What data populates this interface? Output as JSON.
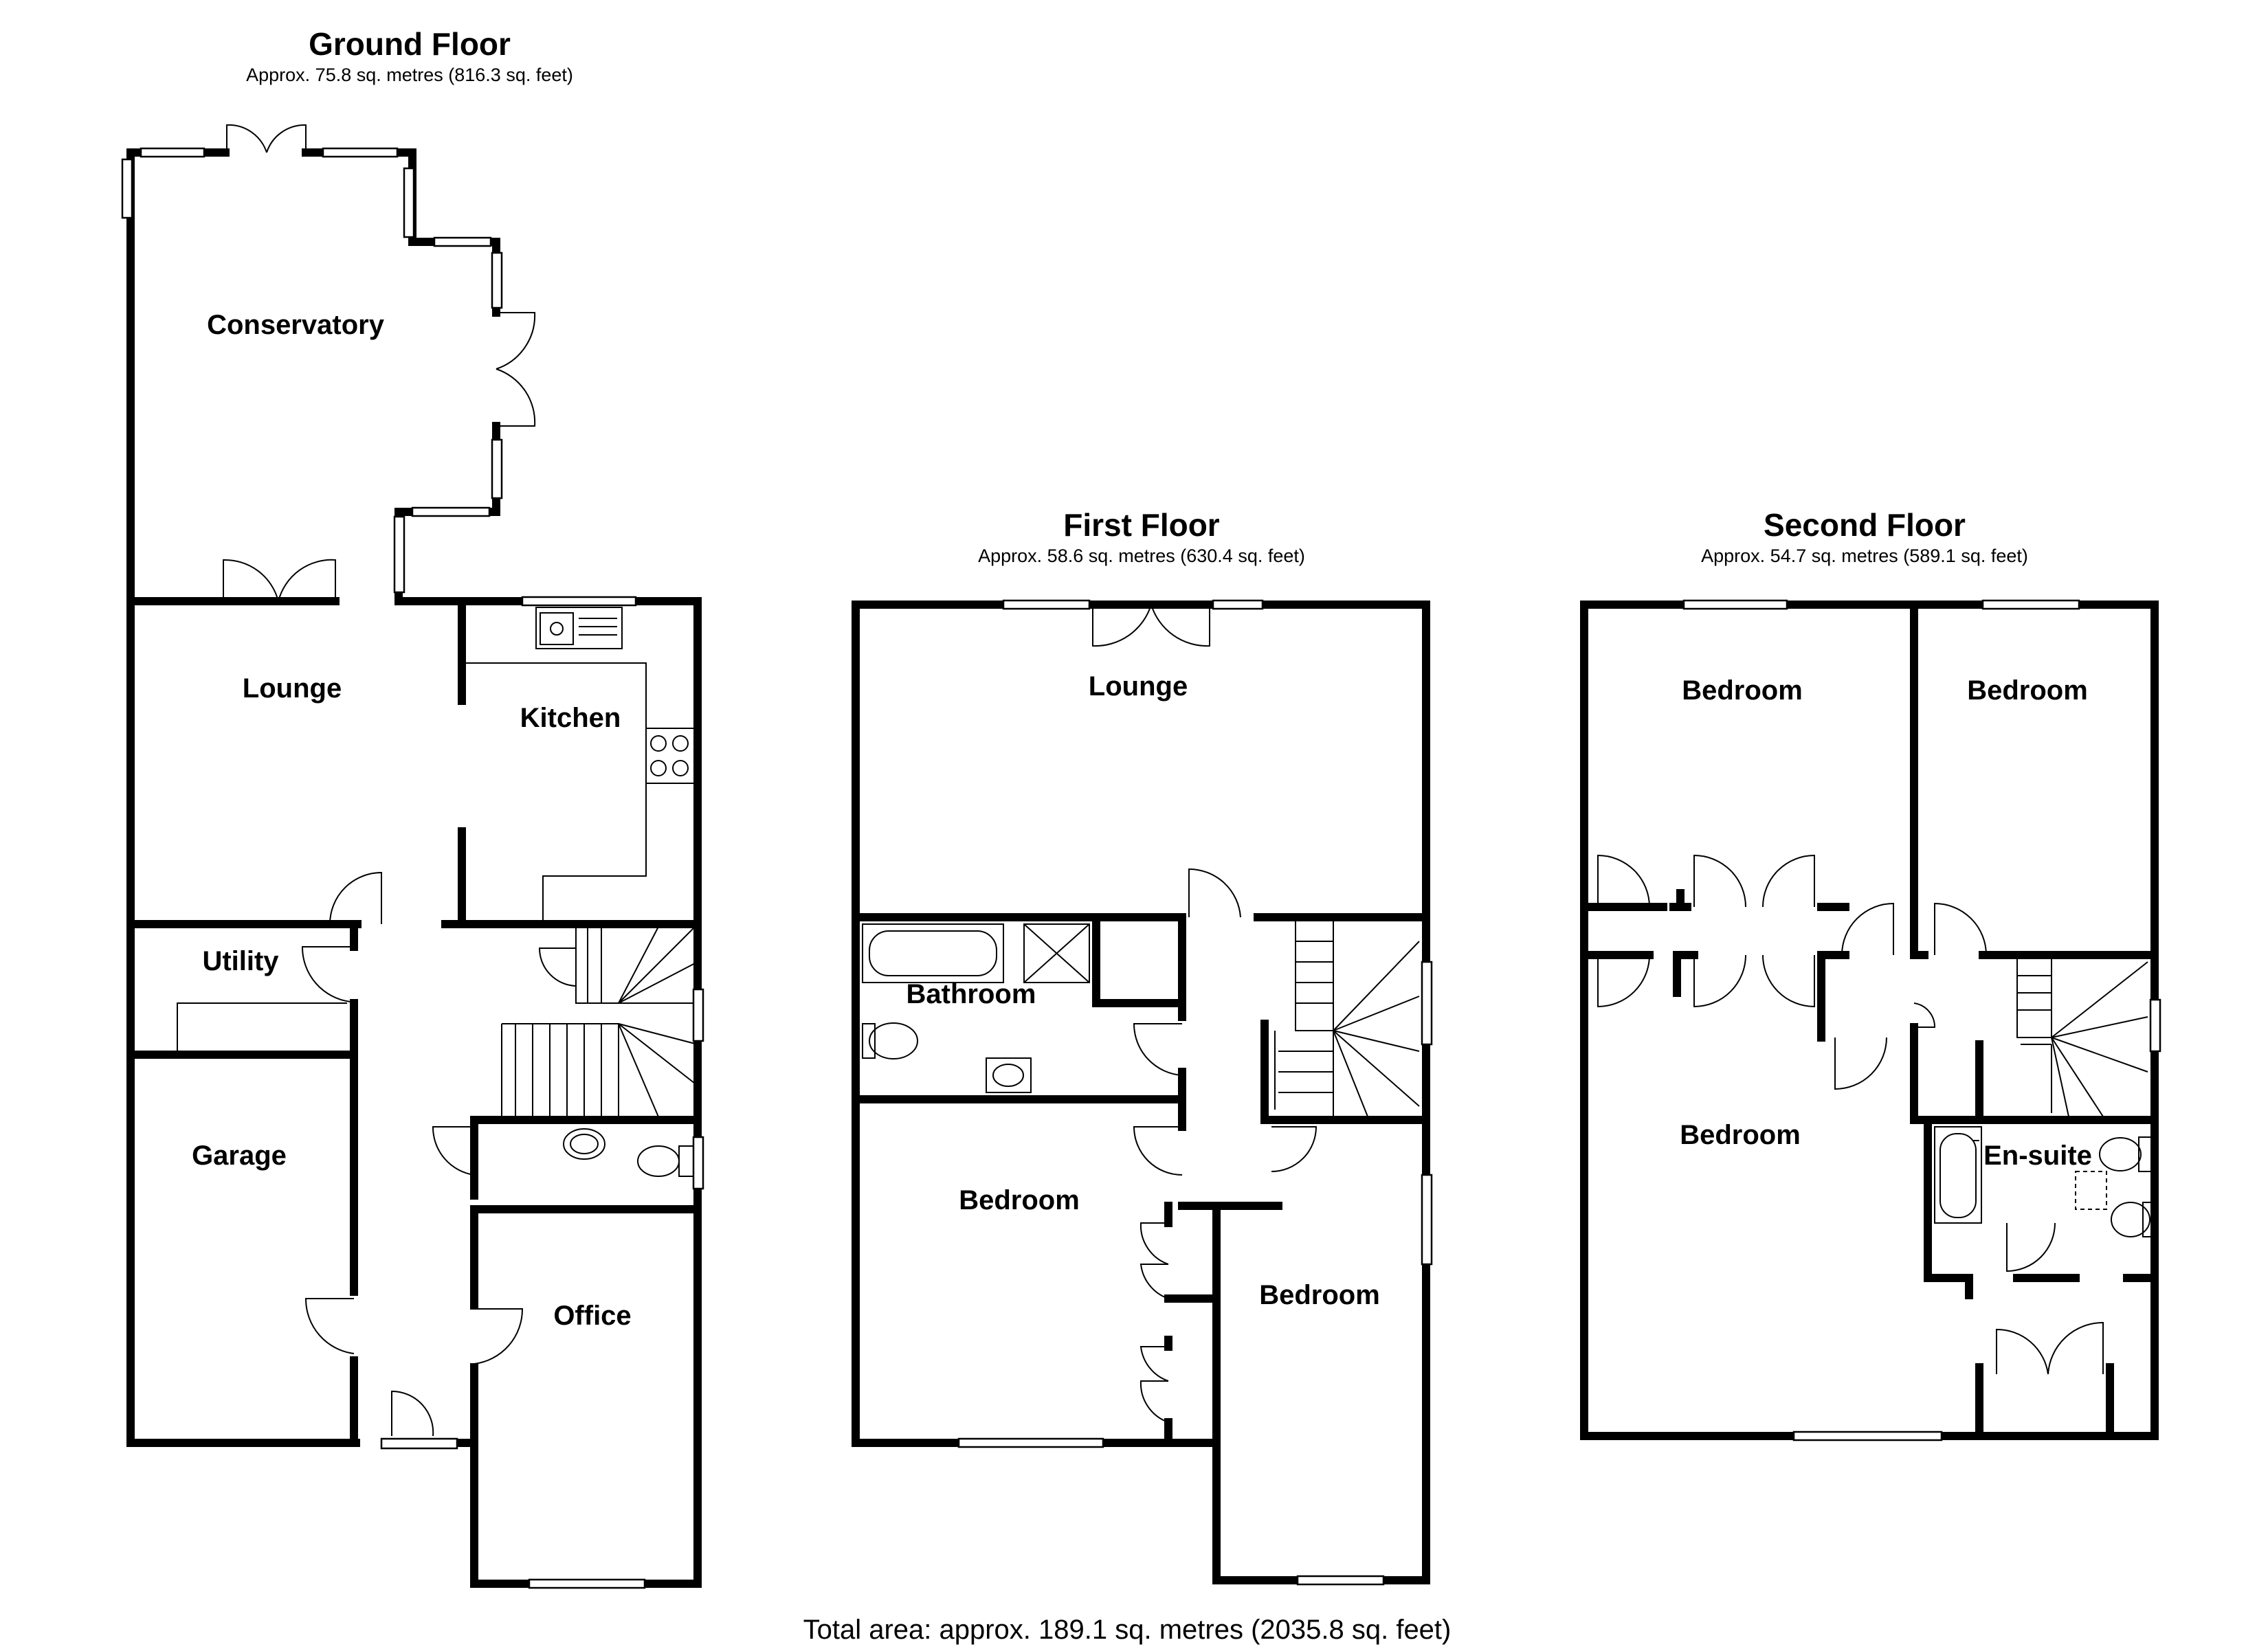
{
  "floors": {
    "ground": {
      "title": "Ground Floor",
      "area": "Approx. 75.8 sq. metres (816.3 sq. feet)"
    },
    "first": {
      "title": "First Floor",
      "area": "Approx. 58.6 sq. metres (630.4 sq. feet)"
    },
    "second": {
      "title": "Second Floor",
      "area": "Approx. 54.7 sq. metres (589.1 sq. feet)"
    }
  },
  "rooms": {
    "ground": {
      "conservatory": "Conservatory",
      "lounge": "Lounge",
      "kitchen": "Kitchen",
      "utility": "Utility",
      "garage": "Garage",
      "office": "Office"
    },
    "first": {
      "lounge": "Lounge",
      "bathroom": "Bathroom",
      "bedroom_left": "Bedroom",
      "bedroom_right": "Bedroom"
    },
    "second": {
      "bedroom_top_left": "Bedroom",
      "bedroom_top_right": "Bedroom",
      "bedroom_main": "Bedroom",
      "ensuite": "En-suite"
    }
  },
  "total_area": "Total area: approx. 189.1 sq. metres (2035.8 sq. feet)"
}
